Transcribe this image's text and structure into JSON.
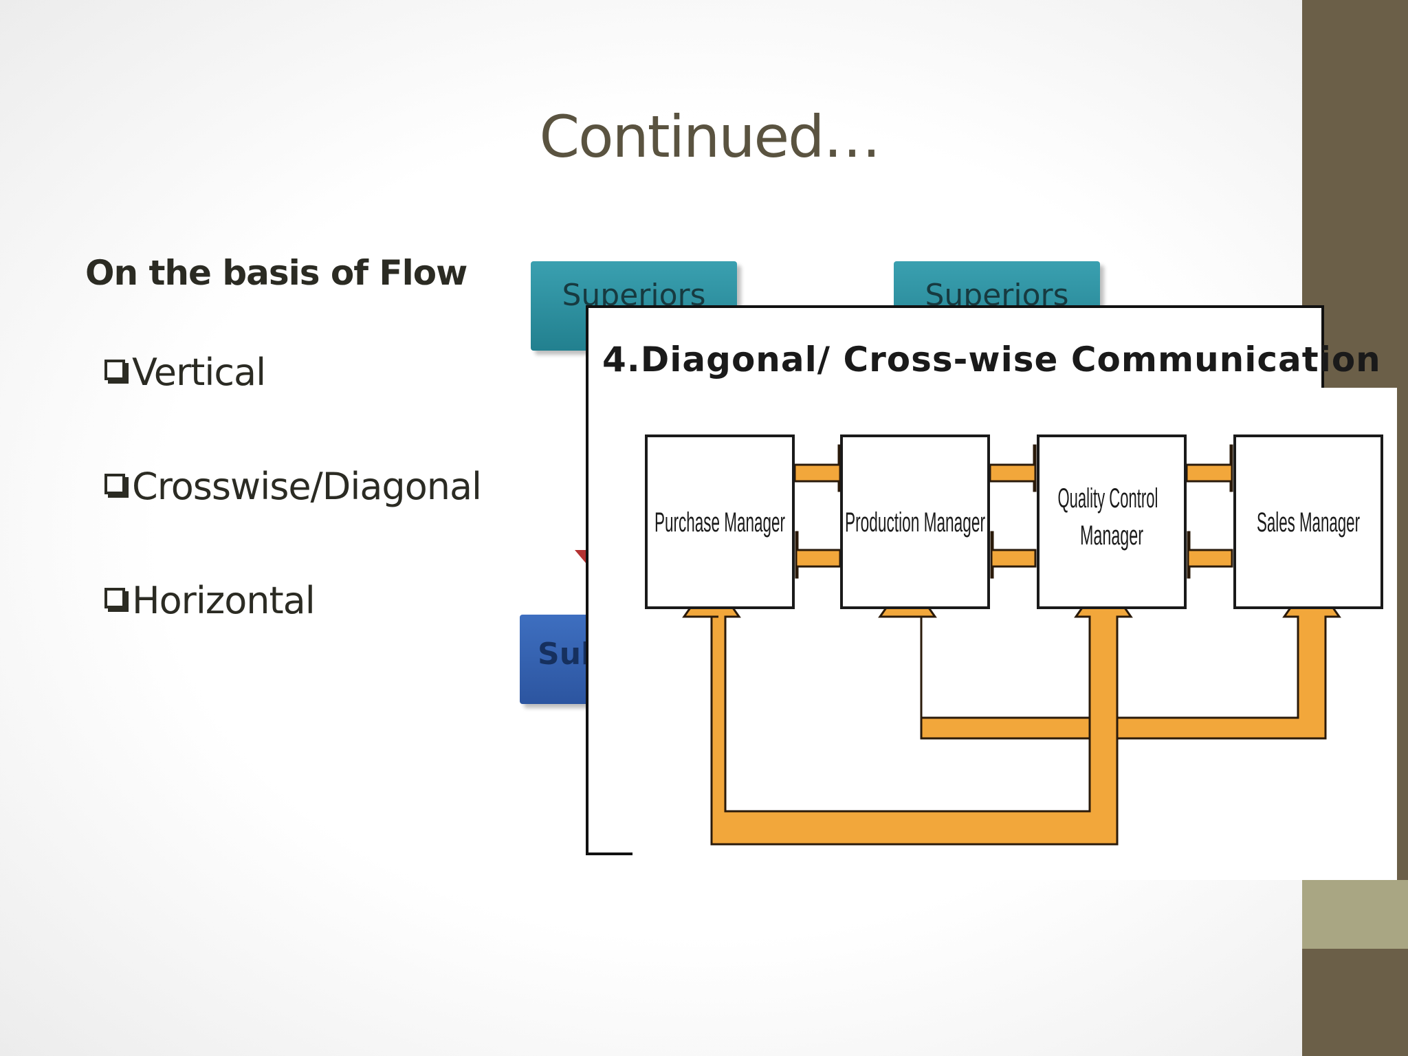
{
  "slide": {
    "title": "Continued…",
    "section_heading": "On the basis of Flow",
    "bullets": [
      "Vertical",
      "Crosswise/Diagonal",
      "Horizontal"
    ]
  },
  "background_diagram": {
    "left_box_label": "Superiors",
    "right_box_label": "Superiors",
    "lower_box_label": "Sub"
  },
  "diagram": {
    "title": "4.Diagonal/ Cross-wise Communication",
    "managers": [
      "Purchase Manager",
      "Production Manager",
      "Quality Control Manager",
      "Sales Manager"
    ],
    "colors": {
      "arrow_fill": "#f2a73b",
      "arrow_stroke": "#2a1a0a",
      "box_stroke": "#1a1a1a",
      "accent_dark": "#6b5f48",
      "accent_light": "#a9a683"
    }
  }
}
